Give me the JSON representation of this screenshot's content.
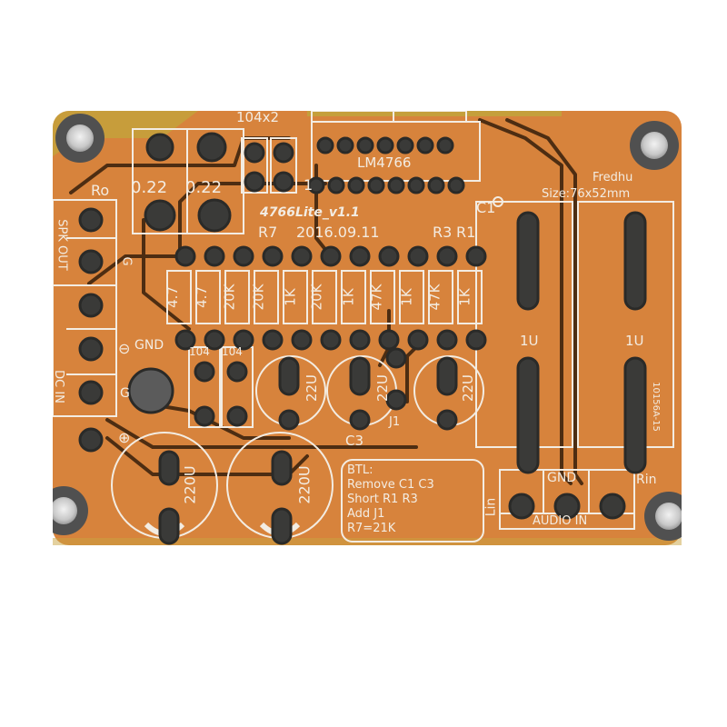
{
  "board": {
    "name": "4766Lite_v1.1",
    "date": "2016.09.11",
    "chip": "LM4766",
    "author": "Fredhu",
    "size": "Size:76x52mm",
    "serial": "10156A-15",
    "colors": {
      "substrate": "#d7833c",
      "copper_edge": "#b9b23a",
      "pad": "#3a3a38",
      "silkscreen": "#f3ece2",
      "trace": "#4d2d12",
      "mount_hole": "#505050"
    }
  },
  "labels": {
    "cap_top": "104x2",
    "ro": "Ro",
    "ro1": "0.22",
    "ro2": "0.22",
    "pin1": "1",
    "c1": "C1",
    "r7": "R7",
    "r3": "R3",
    "r1": "R1",
    "spk_out": "SPK OUT",
    "dc_in": "DC IN",
    "g_spk": "G",
    "g_dc": "G",
    "plus": "⊕",
    "minus": "⊖",
    "gnd_top": "GND",
    "cap104a": "104",
    "cap104b": "104",
    "c3": "C3",
    "j1": "J1",
    "u1": "1U",
    "u2": "1U",
    "lin": "Lin",
    "rin": "Rin",
    "gnd_audio": "GND",
    "audio_in": "AUDIO IN"
  },
  "resistors": [
    {
      "value": "4.7"
    },
    {
      "value": "4.7"
    },
    {
      "value": "20K"
    },
    {
      "value": "20K"
    },
    {
      "value": "1K"
    },
    {
      "value": "20K"
    },
    {
      "value": "1K"
    },
    {
      "value": "47K"
    },
    {
      "value": "1K"
    },
    {
      "value": "47K"
    },
    {
      "value": "1K"
    }
  ],
  "caps_small": [
    {
      "value": "22U"
    },
    {
      "value": "22U"
    },
    {
      "value": "22U"
    }
  ],
  "caps_large": [
    {
      "value": "220U"
    },
    {
      "value": "220U"
    }
  ],
  "btl_note": {
    "title": "BTL:",
    "lines": [
      "Remove C1 C3",
      "Short R1 R3",
      "Add J1",
      "R7=21K"
    ]
  }
}
